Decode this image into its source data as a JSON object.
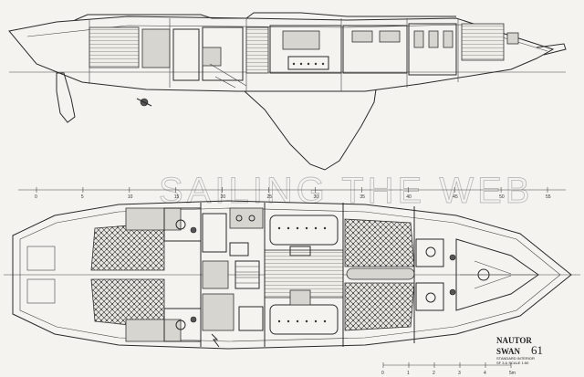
{
  "watermark": "SAILING THE WEB",
  "scale_ticks": [
    "0",
    "5",
    "10",
    "15",
    "20",
    "25",
    "30",
    "35",
    "40",
    "45",
    "50",
    "55"
  ],
  "title_block": {
    "maker": "NAUTOR",
    "model": "SWAN",
    "number": "61",
    "caption_1": "STANDARD INTERIOR",
    "caption_2": "SF 3 & SCALE 1:50"
  },
  "scale_bar_labels": [
    "0",
    "1",
    "2",
    "3",
    "4",
    "5m"
  ]
}
